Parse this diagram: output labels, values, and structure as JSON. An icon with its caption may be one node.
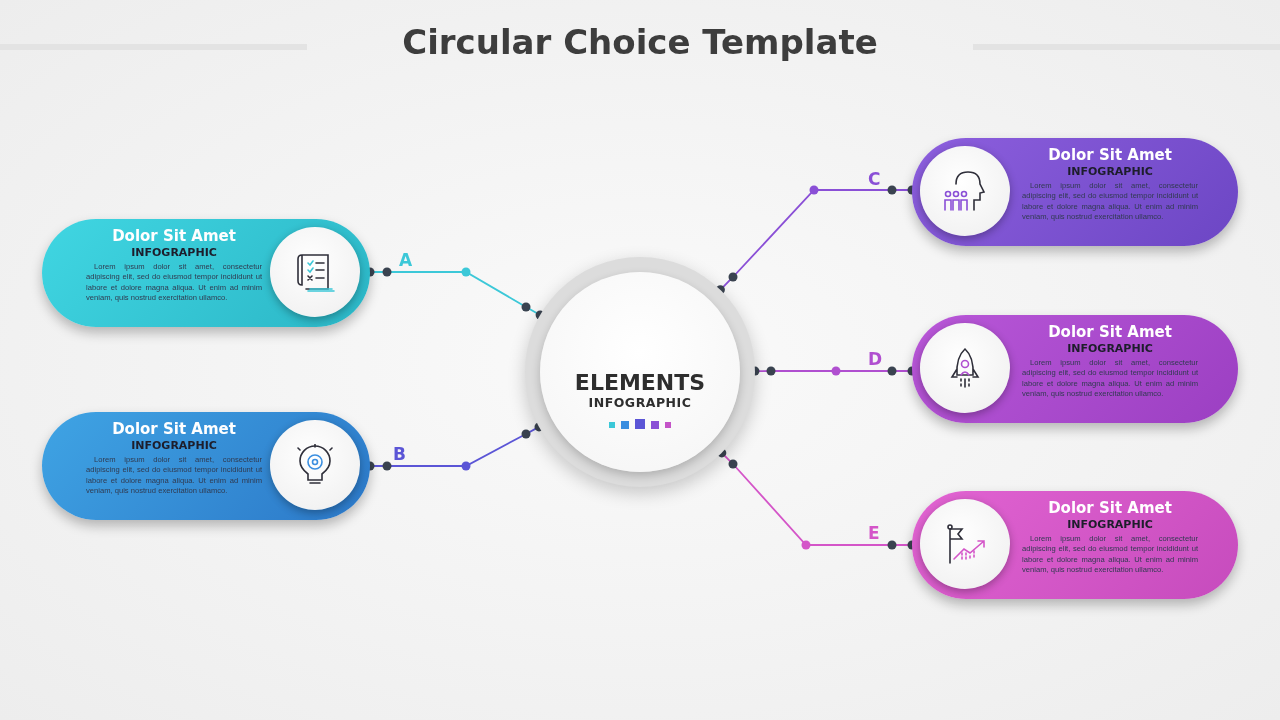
{
  "diagram": {
    "title": "Circular Choice Template",
    "nodes": [
      {
        "text": [
          "ELEMENTS",
          "INFOGRAPHIC"
        ]
      },
      {
        "text": [
          "Dolor Sit Amet",
          "INFOGRAPHIC",
          "Lorem ipsum dolor sit amet, consectetur adipiscing elit, sed do eiusmod tempor incididunt ut labore et dolore magna aliqua. Ut enim ad minim veniam, quis nostrud exercitation ullamco."
        ]
      },
      {
        "text": [
          "Dolor Sit Amet",
          "INFOGRAPHIC",
          "Lorem ipsum dolor sit amet, consectetur adipiscing elit, sed do eiusmod tempor incididunt ut labore et dolore magna aliqua. Ut enim ad minim veniam, quis nostrud exercitation ullamco."
        ]
      },
      {
        "text": [
          "Dolor Sit Amet",
          "INFOGRAPHIC",
          "Lorem ipsum dolor sit amet, consectetur adipiscing elit, sed do eiusmod tempor incididunt ut labore et dolore magna aliqua. Ut enim ad minim veniam, quis nostrud exercitation ullamco."
        ]
      },
      {
        "text": [
          "Dolor Sit Amet",
          "INFOGRAPHIC",
          "Lorem ipsum dolor sit amet, consectetur adipiscing elit, sed do eiusmod tempor incididunt ut labore et dolore magna aliqua. Ut enim ad minim veniam, quis nostrud exercitation ullamco."
        ]
      },
      {
        "text": [
          "Dolor Sit Amet",
          "INFOGRAPHIC",
          "Lorem ipsum dolor sit amet, consectetur adipiscing elit, sed do eiusmod tempor incididunt ut labore et dolore magna aliqua. Ut enim ad minim veniam, quis nostrud exercitation ullamco."
        ]
      }
    ],
    "edges": [
      {
        "from": 0,
        "to": 1,
        "arrow": "other",
        "label": "A",
        "color": "#3cc8d8"
      },
      {
        "from": 0,
        "to": 2,
        "arrow": "other",
        "label": "B",
        "color": "#5b55d6"
      },
      {
        "from": 0,
        "to": 3,
        "arrow": "other",
        "label": "C",
        "color": "#8a4fd6"
      },
      {
        "from": 0,
        "to": 4,
        "arrow": "other",
        "label": "D",
        "color": "#b04fd0"
      },
      {
        "from": 0,
        "to": 5,
        "arrow": "other",
        "label": "E",
        "color": "#d455c8"
      }
    ]
  }
}
